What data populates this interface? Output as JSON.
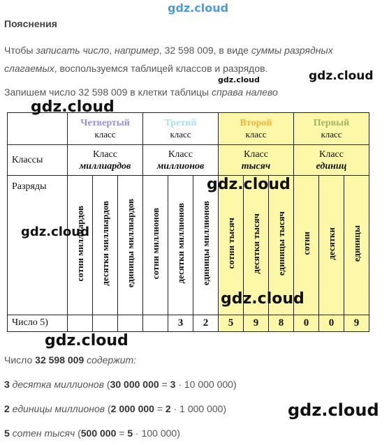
{
  "watermark": "gdz.cloud",
  "heading": "Пояснения",
  "intro": {
    "line1_a": "Чтобы ",
    "line1_b": "записать число",
    "line1_c": ", ",
    "line1_d": "например",
    "line1_e": ", 32 598 009, в виде ",
    "line1_f": "суммы разрядных",
    "line2_a": "слагаемых",
    "line2_b": ", воспользуемся таблицей классов и разрядов.",
    "line3_a": "Запишем число 32 598 009  в клетки таблицы ",
    "line3_b": "справа налево"
  },
  "table": {
    "class_headers": [
      {
        "name": "Четвертый",
        "sub": "класс",
        "color": "#9b8ed4"
      },
      {
        "name": "Третий",
        "sub": "класс",
        "color": "#a8dff0"
      },
      {
        "name": "Второй",
        "sub": "класс",
        "color": "#f0b43c"
      },
      {
        "name": "Первый",
        "sub": "класс",
        "color": "#a0b464"
      }
    ],
    "row_classes_label": "Классы",
    "class_names": [
      {
        "top": "Класс",
        "bottom": "миллиардов"
      },
      {
        "top": "Класс",
        "bottom": "миллионов"
      },
      {
        "top": "Класс",
        "bottom": "тысяч"
      },
      {
        "top": "Класс",
        "bottom": "единиц"
      }
    ],
    "row_ranks_label": "Разряды",
    "ranks": [
      "сотни миллиардов",
      "десятки миллиардов",
      "единицы миллиардов",
      "сотни миллионов",
      "десятки миллионов",
      "единицы миллионов",
      "сотни тысяч",
      "десятки тысяч",
      "единицы тысяч",
      "сотни",
      "десятки",
      "единицы"
    ],
    "row_number_label": "Число 5)",
    "digits": [
      "",
      "",
      "",
      "",
      "3",
      "2",
      "5",
      "9",
      "8",
      "0",
      "0",
      "9"
    ],
    "highlight_color": "#fdf7a8"
  },
  "after": {
    "line1_a": "Число ",
    "line1_b": "32 598 009",
    "line1_c": " содержит:",
    "item1_a": "3",
    "item1_b": " десятка миллионов",
    "item1_c": " (",
    "item1_d": "30 000 000",
    "item1_e": " = ",
    "item1_f": "3",
    "item1_g": " · 10 000 000)",
    "item2_a": "2",
    "item2_b": " единицы миллионов",
    "item2_c": " (",
    "item2_d": "2 000 000",
    "item2_e": " = ",
    "item2_f": "2",
    "item2_g": " · 1 000 000)",
    "item3_a": "5",
    "item3_b": " сотен тысяч",
    "item3_c": " (",
    "item3_d": "500 000",
    "item3_e": " = ",
    "item3_f": "5",
    "item3_g": " · 100 000)"
  }
}
